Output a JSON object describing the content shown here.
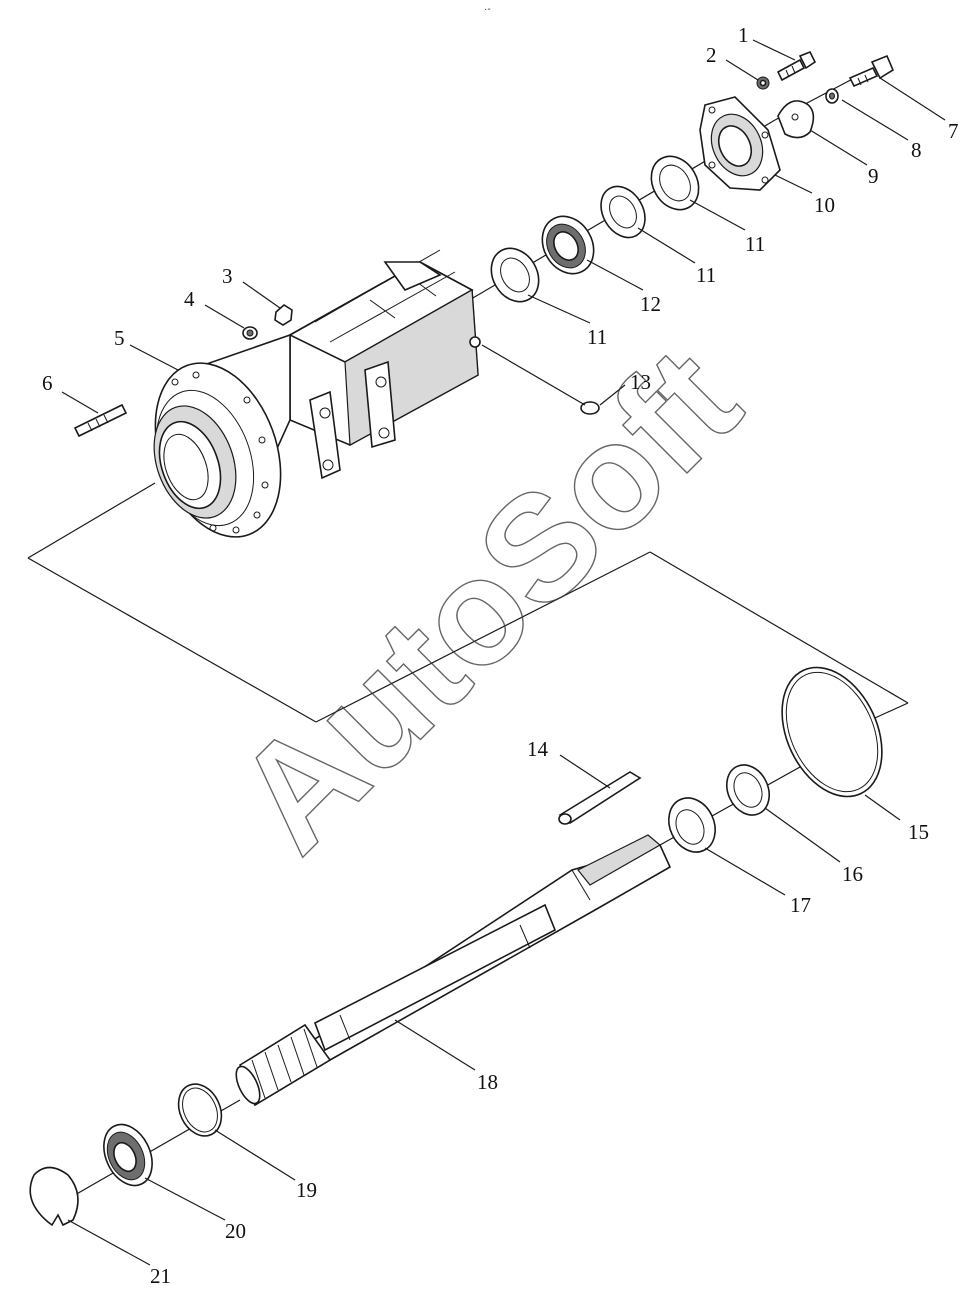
{
  "header_mark": "·-",
  "watermark": "AutoSoft",
  "callouts": {
    "p1": "1",
    "p2": "2",
    "p3": "3",
    "p4": "4",
    "p5": "5",
    "p6": "6",
    "p7": "7",
    "p8": "8",
    "p9": "9",
    "p10": "10",
    "p11a": "11",
    "p11b": "11",
    "p11c": "11",
    "p12": "12",
    "p13": "13",
    "p14": "14",
    "p15": "15",
    "p16": "16",
    "p17": "17",
    "p18": "18",
    "p19": "19",
    "p20": "20",
    "p21": "21"
  }
}
